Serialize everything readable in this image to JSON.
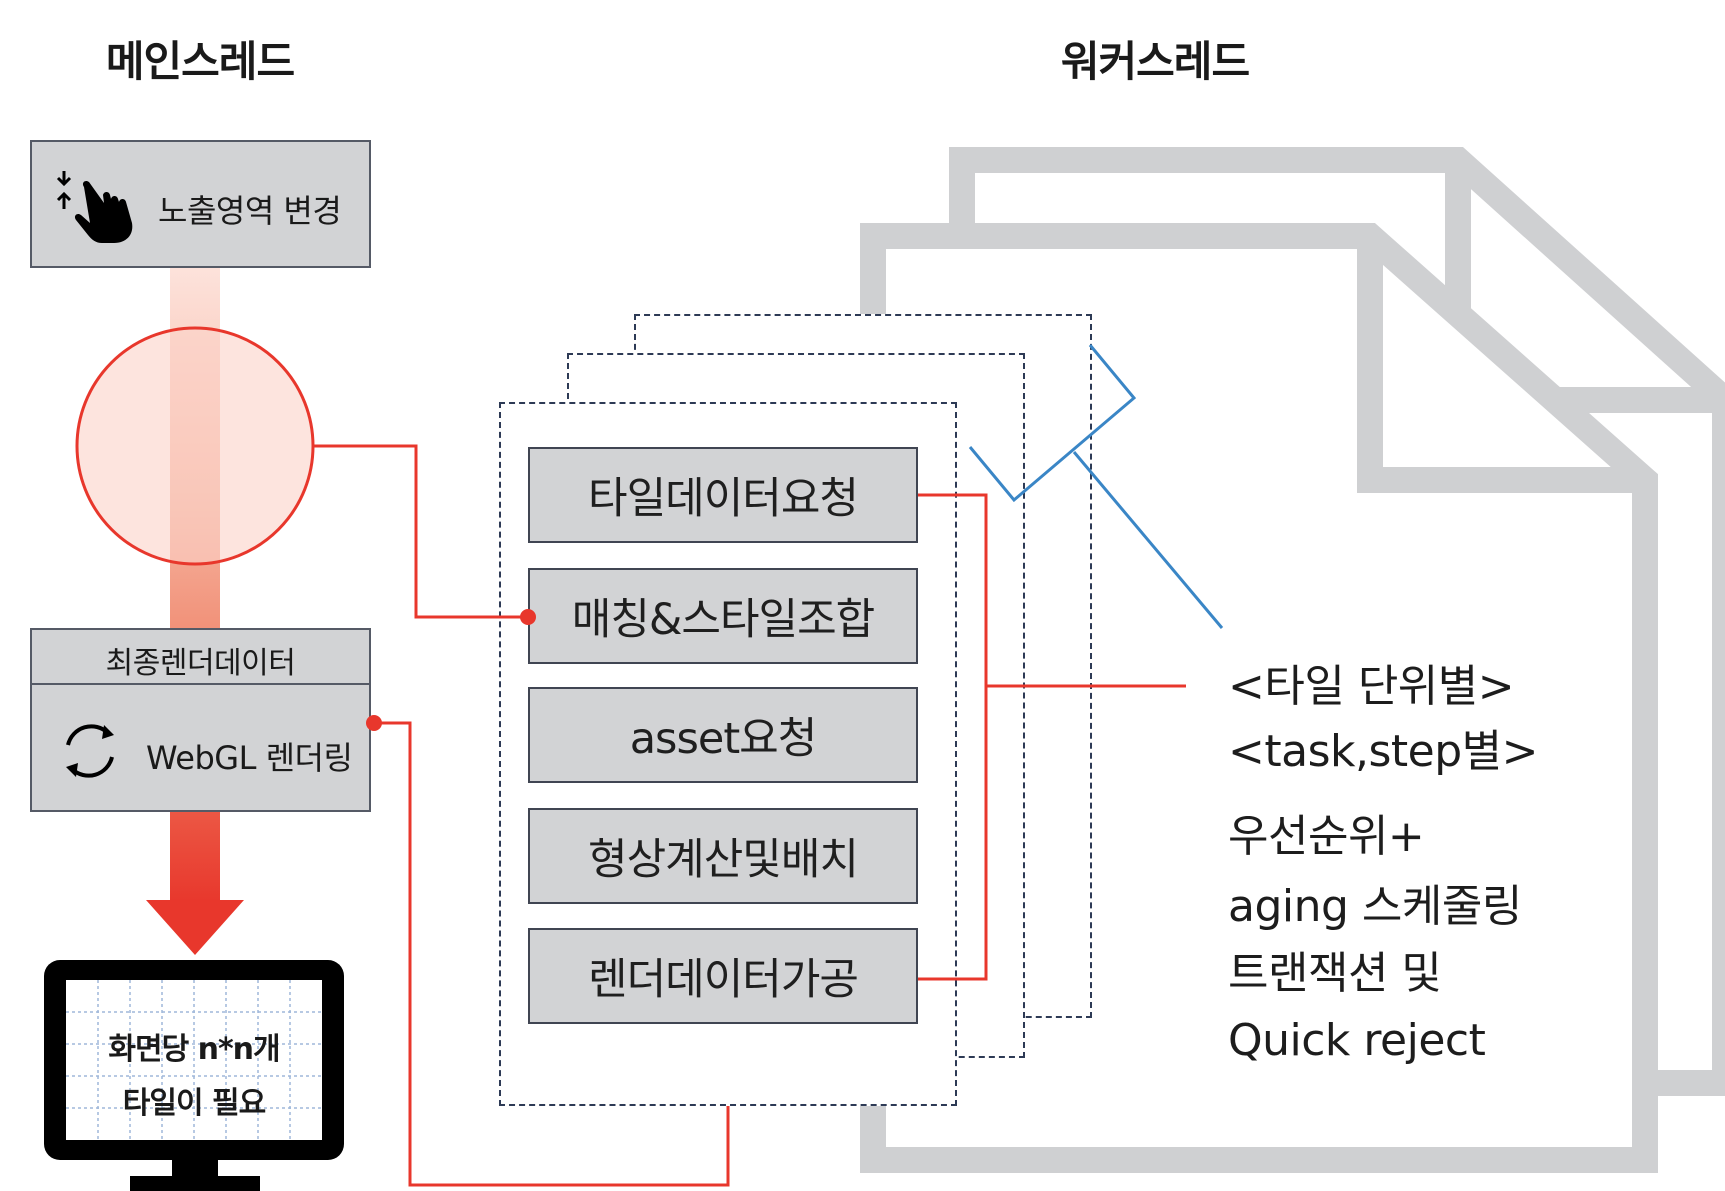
{
  "headings": {
    "main_thread": "메인스레드",
    "worker_thread": "워커스레드"
  },
  "main_column": {
    "viewport_change": "노출영역 변경",
    "final_render_data": "최종렌더데이터",
    "webgl_rendering": "WebGL 렌더링",
    "monitor_line1": "화면당 n*n개",
    "monitor_line2": "타일이 필요"
  },
  "worker_steps": [
    "타일데이터요청",
    "매칭&스타일조합",
    "asset요청",
    "형상계산및배치",
    "렌더데이터가공"
  ],
  "notes": {
    "line1": "<타일 단위별>",
    "line2": "<task,step별>",
    "line3": "우선순위+",
    "line4": "aging 스케줄링",
    "line5": "트랜잭션 및",
    "line6": "Quick reject"
  },
  "icons": [
    "pinch-hand-icon",
    "refresh-cycle-icon",
    "monitor-icon",
    "document-stack-icon"
  ],
  "colors": {
    "accent_red": "#e8372c",
    "box_gray": "#d2d3d5",
    "doc_gray": "#cfd0d2",
    "bracket_blue": "#3a86c6",
    "panel_border": "#2d3a55"
  }
}
